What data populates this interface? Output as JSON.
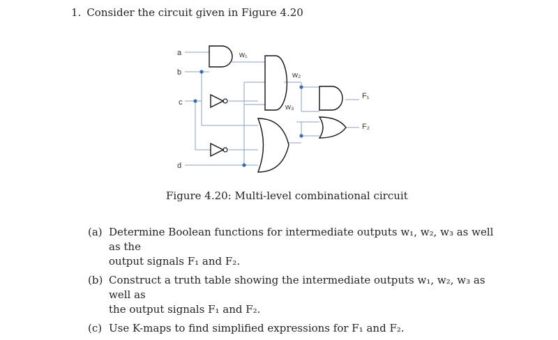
{
  "question": {
    "number": "1.",
    "text": "Consider the circuit given in Figure 4.20"
  },
  "figure": {
    "caption": "Figure 4.20: Multi-level combinational circuit",
    "inputs": [
      "a",
      "b",
      "c",
      "d"
    ],
    "wires": [
      "w₁",
      "w₂",
      "w₃"
    ],
    "outputs": [
      "F₁",
      "F₂"
    ]
  },
  "parts": [
    {
      "label": "(a)",
      "line1": "Determine Boolean functions for intermediate outputs w₁, w₂, w₃ as well as the",
      "line2": "output signals F₁ and F₂."
    },
    {
      "label": "(b)",
      "line1": "Construct a truth table showing the intermediate outputs w₁, w₂, w₃ as well as",
      "line2": "the output signals F₁ and F₂."
    },
    {
      "label": "(c)",
      "line1": "Use K-maps to find simplified expressions for F₁ and F₂.",
      "line2": ""
    }
  ]
}
